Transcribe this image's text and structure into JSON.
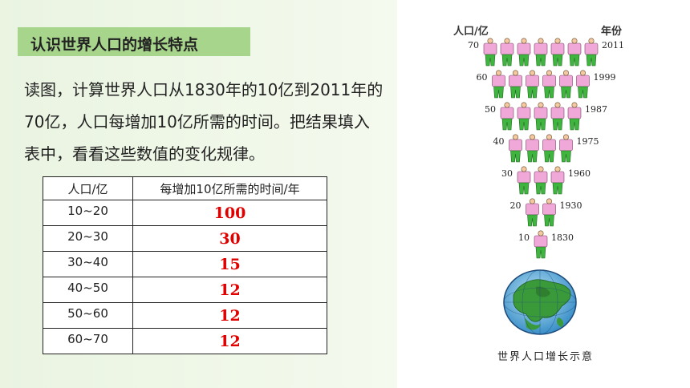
{
  "title": "认识世界人口的增长特点",
  "paragraph": "读图，计算世界人口从1830年的10亿到2011年的70亿，人口每增加10亿所需的时间。把结果填入表中，看看这些数值的变化规律。",
  "table": {
    "headers": [
      "人口/亿",
      "每增加10亿所需的时间/年"
    ],
    "rows": [
      {
        "range": "10~20",
        "years": "100"
      },
      {
        "range": "20~30",
        "years": "30"
      },
      {
        "range": "30~40",
        "years": "15"
      },
      {
        "range": "40~50",
        "years": "12"
      },
      {
        "range": "50~60",
        "years": "12"
      },
      {
        "range": "60~70",
        "years": "12"
      }
    ]
  },
  "figure": {
    "population_label": "人口/亿",
    "year_label": "年份",
    "caption": "世界人口增长示意",
    "rows": [
      {
        "pop": "70",
        "year": "2011",
        "count": 7
      },
      {
        "pop": "60",
        "year": "1999",
        "count": 6
      },
      {
        "pop": "50",
        "year": "1987",
        "count": 5
      },
      {
        "pop": "40",
        "year": "1975",
        "count": 4
      },
      {
        "pop": "30",
        "year": "1960",
        "count": 3
      },
      {
        "pop": "20",
        "year": "1930",
        "count": 2
      },
      {
        "pop": "10",
        "year": "1830",
        "count": 1
      }
    ]
  },
  "colors": {
    "accent_green": "#a8d58c",
    "answer_red": "#e00000",
    "shirt_pink": "#f0a8d8",
    "pants_green": "#3fb43f"
  }
}
